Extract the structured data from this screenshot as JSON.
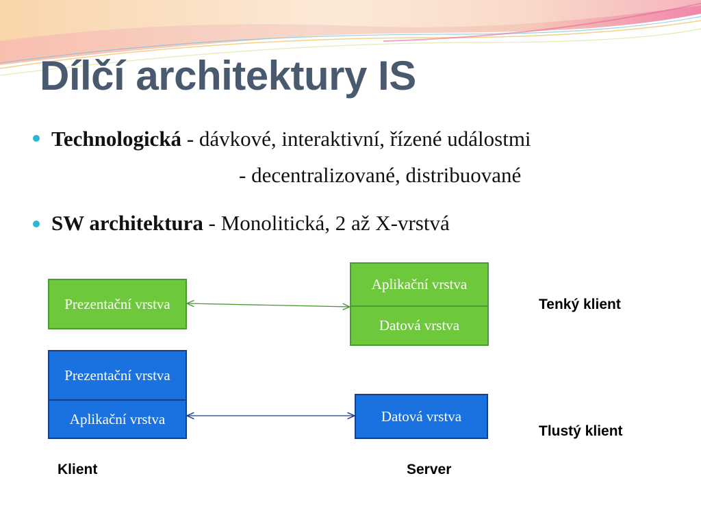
{
  "title": "Dílčí architektury IS",
  "bullets": [
    {
      "bold": "Technologická",
      "text": " - dávkové, interaktivní, řízené událostmi",
      "continuation": "- decentralizované, distribuované"
    },
    {
      "bold": "SW architektura",
      "text": " - Monolitická, 2 až X-vrstvá"
    }
  ],
  "diagram": {
    "thin": {
      "client_box": "Prezentační vrstva",
      "server_app": "Aplikační vrstva",
      "server_data": "Datová vrstva",
      "label": "Tenký klient",
      "color": "#6ec83c"
    },
    "thick": {
      "client_pres": "Prezentační vrstva",
      "client_app": "Aplikační vrstva",
      "server_data": "Datová vrstva",
      "label": "Tlustý klient",
      "color": "#1a72e0"
    },
    "client_label": "Klient",
    "server_label": "Server"
  },
  "colors": {
    "title": "#4a5a6e",
    "bullet": "#2fb5cc",
    "thin_arrow": "#4b9a33",
    "thick_arrow": "#1b3f86"
  }
}
